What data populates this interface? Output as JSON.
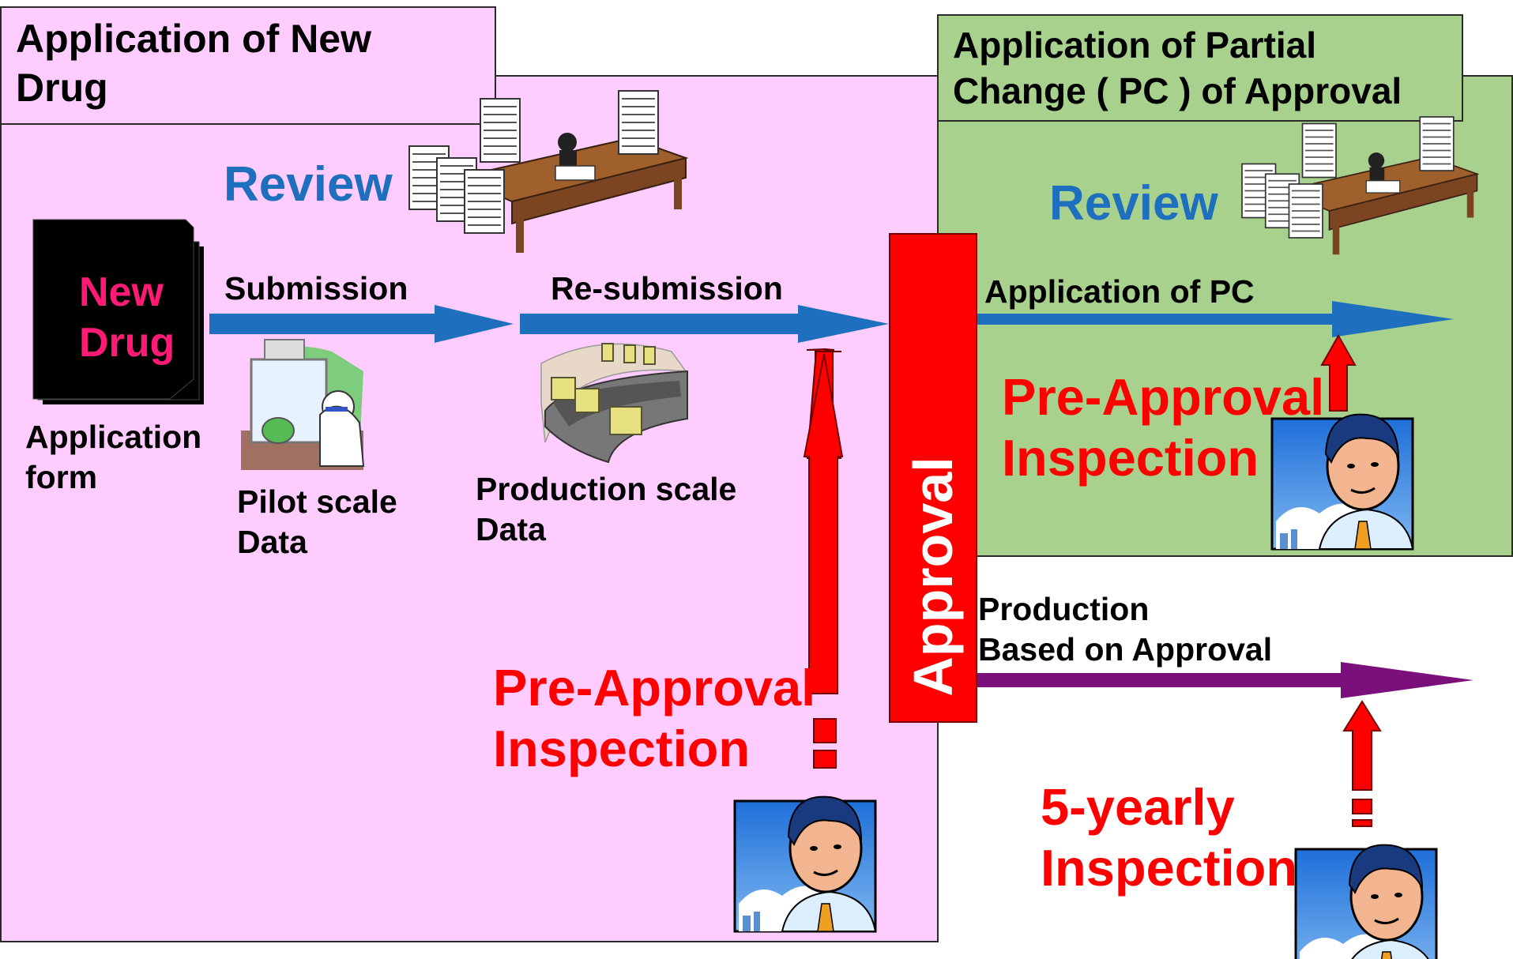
{
  "left_panel": {
    "title": "Application of New\nDrug",
    "review": "Review"
  },
  "right_panel": {
    "title": "Application of Partial\nChange ( PC ) of Approval",
    "review": "Review"
  },
  "document": {
    "label_line1": "New",
    "label_line2": "Drug",
    "caption": "Application\nform"
  },
  "arrows": {
    "submission": "Submission",
    "resubmission": "Re-submission",
    "application_pc": "Application of PC",
    "production": "Production\nBased on Approval"
  },
  "data_labels": {
    "pilot": "Pilot scale\nData",
    "production_scale": "Production scale\nData"
  },
  "approval": "Approval",
  "inspections": {
    "pre_approval_left": "Pre-Approval\nInspection",
    "pre_approval_right": "Pre-Approval\nInspection",
    "five_yearly": "5-yearly\nInspection"
  },
  "colors": {
    "pink_panel": "#ffccff",
    "green_panel": "#a9d18e",
    "review_blue": "#1f6fbf",
    "arrow_blue": "#1f6fbf",
    "arrow_red": "#ff0000",
    "arrow_purple": "#7b0f7b",
    "new_drug_pink": "#ff1a75"
  }
}
